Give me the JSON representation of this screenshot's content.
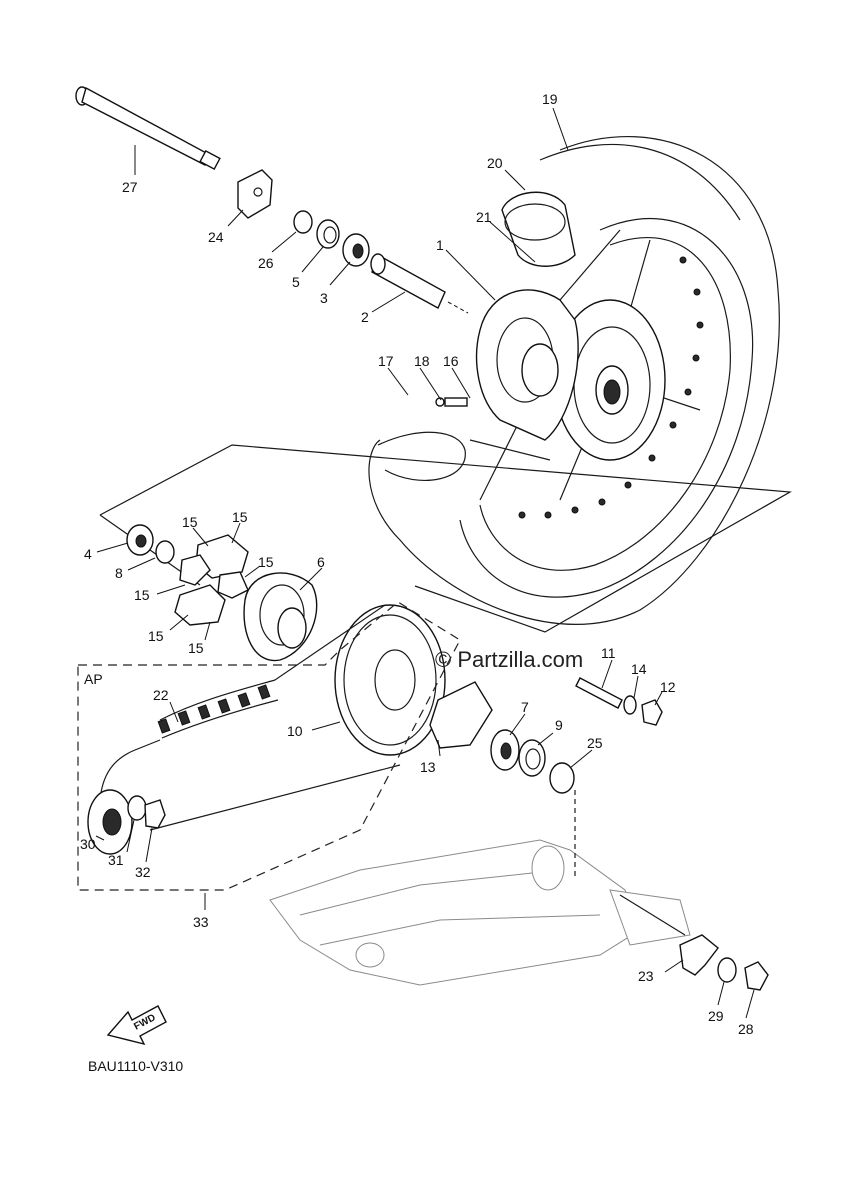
{
  "diagram": {
    "watermark": "© Partzilla.com",
    "drawing_code": "BAU1110-V310",
    "fwd_label": "FWD",
    "assembly_label": "AP",
    "callouts": {
      "c1": "1",
      "c2": "2",
      "c3": "3",
      "c4": "4",
      "c5": "5",
      "c6": "6",
      "c7": "7",
      "c8": "8",
      "c9": "9",
      "c10": "10",
      "c11": "11",
      "c12": "12",
      "c13": "13",
      "c14": "14",
      "c15a": "15",
      "c15b": "15",
      "c15c": "15",
      "c15d": "15",
      "c15e": "15",
      "c15f": "15",
      "c16": "16",
      "c17": "17",
      "c18": "18",
      "c19": "19",
      "c20": "20",
      "c21": "21",
      "c22": "22",
      "c23": "23",
      "c24": "24",
      "c25": "25",
      "c26": "26",
      "c27": "27",
      "c28": "28",
      "c29": "29",
      "c30": "30",
      "c31": "31",
      "c32": "32",
      "c33": "33"
    }
  }
}
